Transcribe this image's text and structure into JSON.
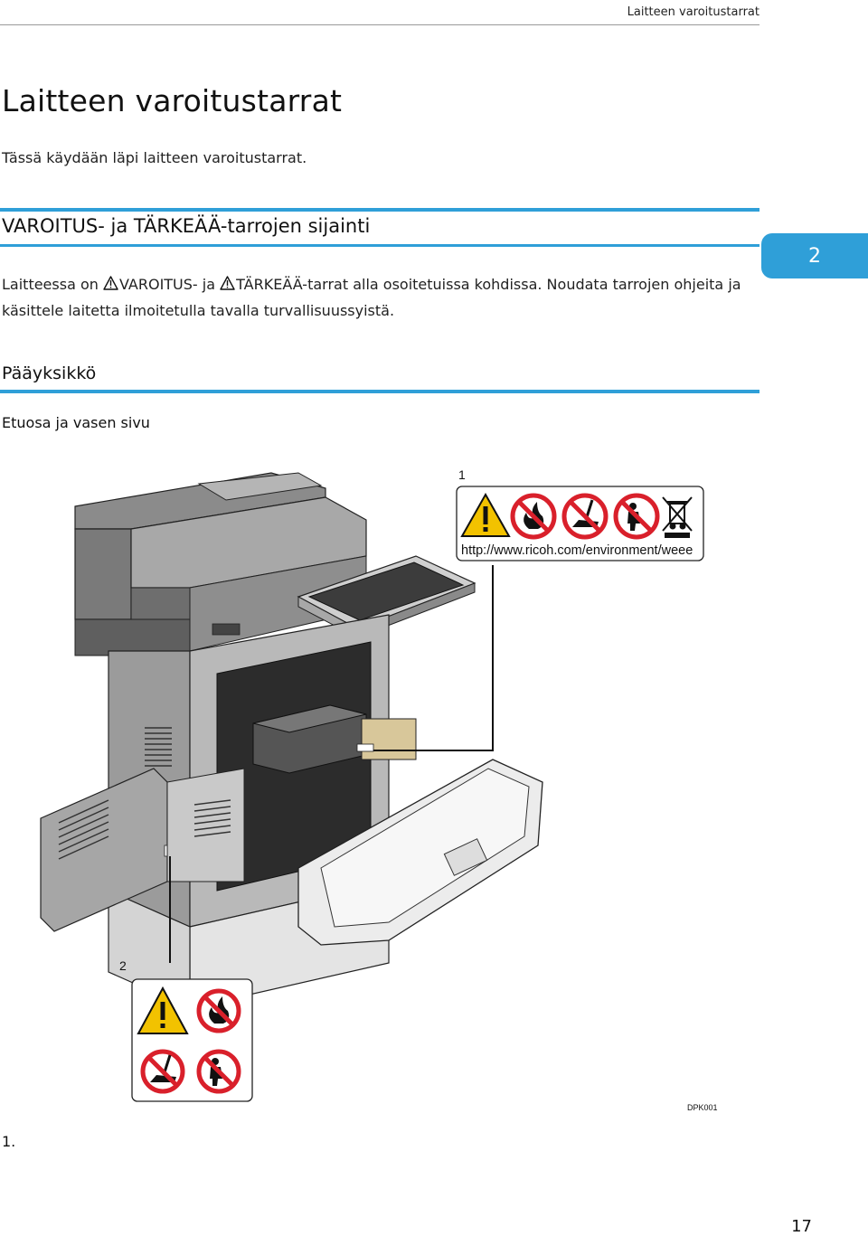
{
  "header": {
    "running_title": "Laitteen varoitustarrat"
  },
  "page_title": "Laitteen varoitustarrat",
  "intro": "Tässä käydään läpi laitteen varoitustarrat.",
  "section": {
    "title": "VAROITUS- ja TÄRKEÄÄ-tarrojen sijainti",
    "paragraph": {
      "p1": "Laitteessa on ",
      "p2": "VAROITUS- ja ",
      "p3": "TÄRKEÄÄ-tarrat alla osoitetuissa kohdissa. Noudata tarrojen ohjeita ja käsittele laitetta ilmoitetulla tavalla turvallisuussyistä."
    }
  },
  "subsection": {
    "title": "Pääyksikkö",
    "subtitle": "Etuosa ja vasen sivu"
  },
  "chapter_tab": "2",
  "figure": {
    "label1_number": "1",
    "label1_url": "http://www.ricoh.com/environment/weee",
    "label2_number": "2",
    "code": "DPK001"
  },
  "list": {
    "item1": "1."
  },
  "page_number": "17",
  "colors": {
    "accent": "#2f9fd8",
    "warning_yellow": "#f2c200",
    "prohibit_red": "#d9202b"
  }
}
